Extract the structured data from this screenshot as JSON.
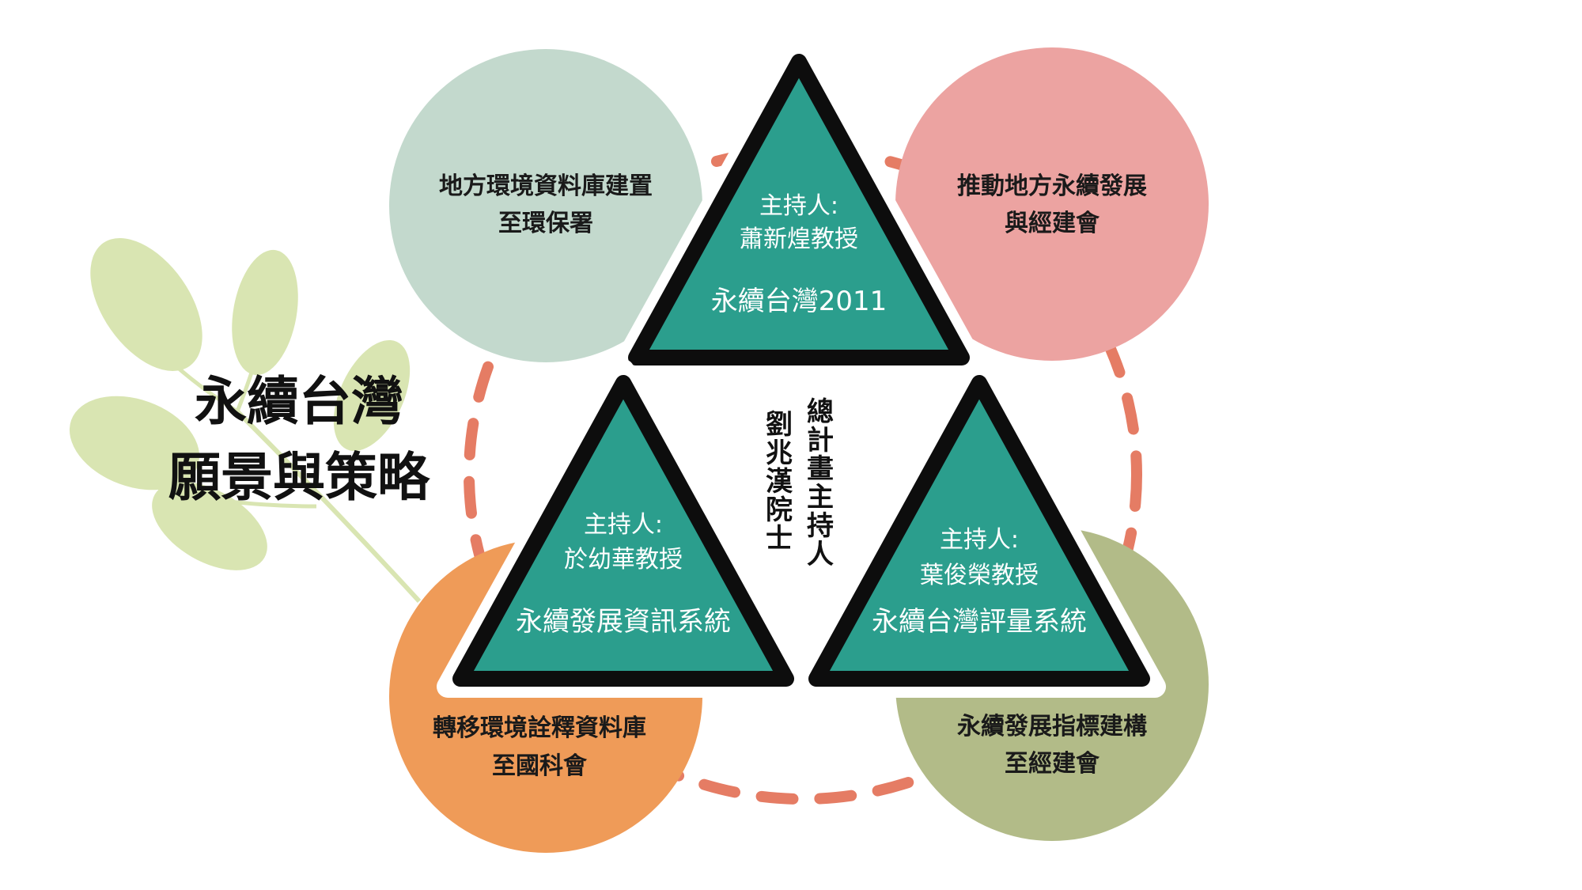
{
  "title": {
    "line1": "永續台灣",
    "line2": "願景與策略"
  },
  "colors": {
    "triangle_fill": "#2b9e8d",
    "triangle_border": "#0d0d0d",
    "dashed_ring": "#e57c64",
    "circle_top_left": "#c3d9cd",
    "circle_top_right": "#eca3a1",
    "circle_bottom_left": "#ef9b58",
    "circle_bottom_right": "#b2bb88",
    "leaf": "#d9e5b2"
  },
  "circles": {
    "top_left": {
      "line1": "地方環境資料庫建置",
      "line2": "至環保署"
    },
    "top_right": {
      "line1": "推動地方永續發展",
      "line2": "與經建會"
    },
    "bottom_left": {
      "line1": "轉移環境詮釋資料庫",
      "line2": "至國科會"
    },
    "bottom_right": {
      "line1": "永續發展指標建構",
      "line2": "至經建會"
    }
  },
  "triangles": {
    "top": {
      "host_label": "主持人:",
      "host_name": "蕭新煌教授",
      "project": "永續台灣2011"
    },
    "left": {
      "host_label": "主持人:",
      "host_name": "於幼華教授",
      "project": "永續發展資訊系統"
    },
    "right": {
      "host_label": "主持人:",
      "host_name": "葉俊榮教授",
      "project": "永續台灣評量系統"
    }
  },
  "center": {
    "role_chars": [
      "總",
      "計",
      "畫",
      "主",
      "持",
      "人"
    ],
    "name_chars": [
      "劉",
      "兆",
      "漢",
      "院",
      "士"
    ]
  }
}
